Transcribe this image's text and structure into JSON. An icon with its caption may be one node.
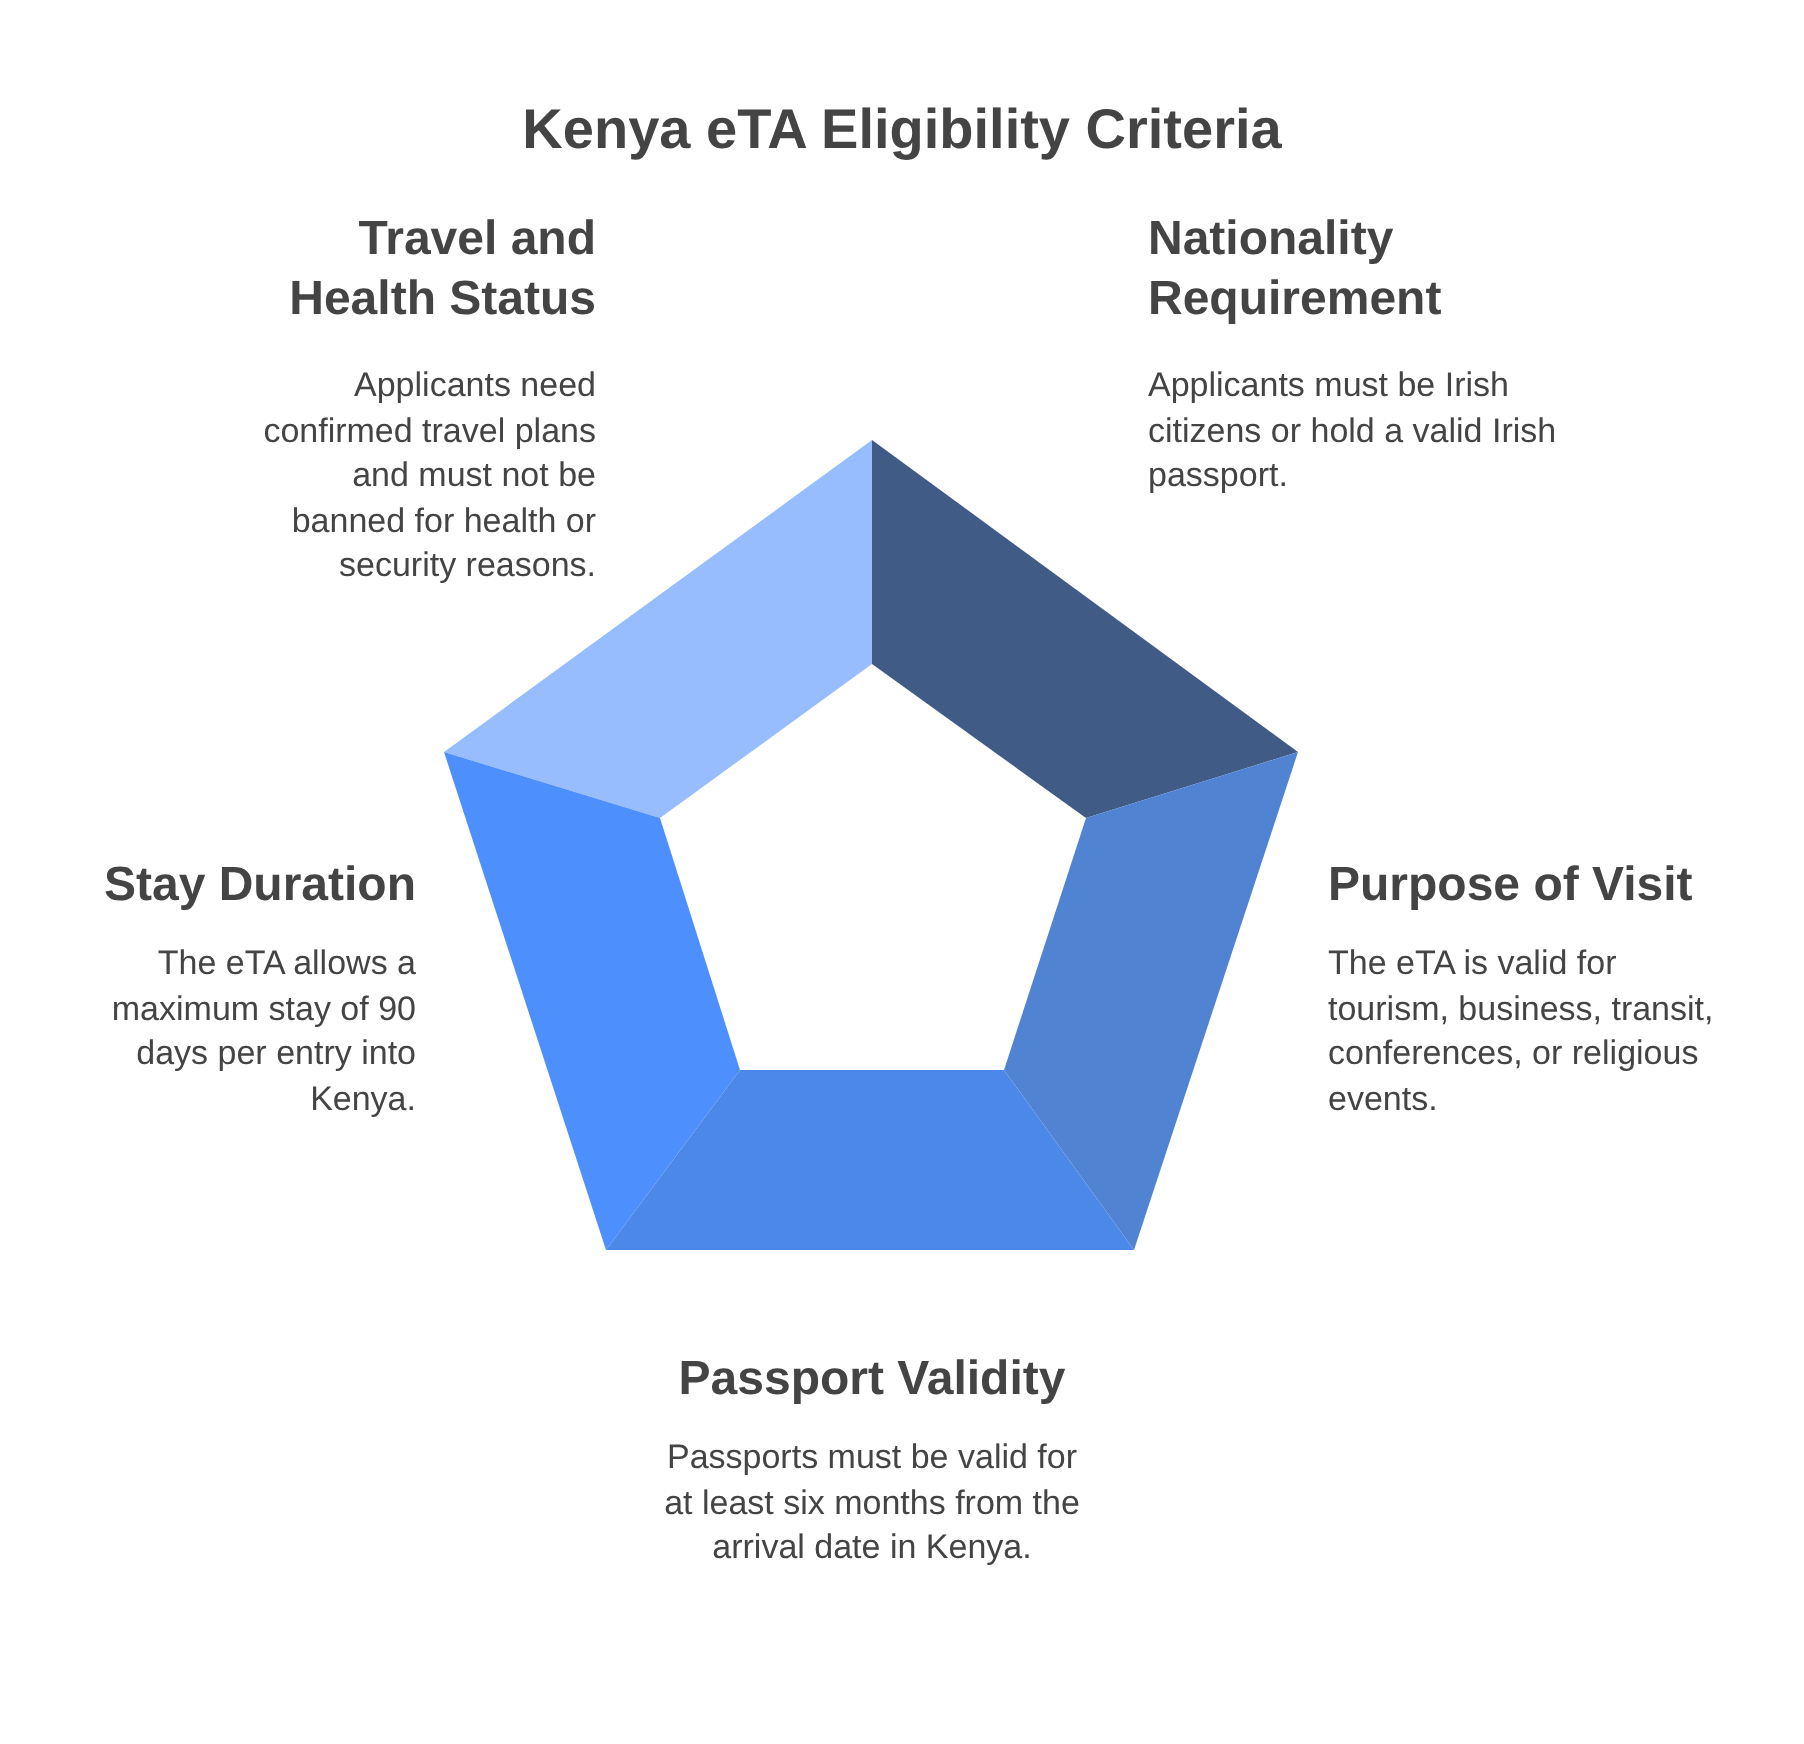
{
  "diagram": {
    "title": "Kenya eTA Eligibility Criteria",
    "nodes": [
      {
        "text": [],
        "shape": "trapezoid",
        "beside": [
          "Travel and Health Status",
          "Applicants need confirmed travel plans and must not be banned for health or security reasons."
        ]
      },
      {
        "text": [],
        "shape": "trapezoid",
        "beside": [
          "Nationality Requirement",
          "Applicants must be Irish citizens or hold a valid Irish passport."
        ]
      },
      {
        "text": [],
        "shape": "trapezoid",
        "beside": [
          "Stay Duration",
          "The eTA allows a maximum stay of 90 days per entry into Kenya."
        ]
      },
      {
        "text": [],
        "shape": "trapezoid",
        "beside": [
          "Purpose of Visit",
          "The eTA is valid for tourism, business, transit, conferences, or religious events."
        ]
      },
      {
        "text": [],
        "shape": "trapezoid",
        "beside": [
          "Passport Validity",
          "Passports must be valid for at least six months from the arrival date in Kenya."
        ]
      }
    ]
  }
}
